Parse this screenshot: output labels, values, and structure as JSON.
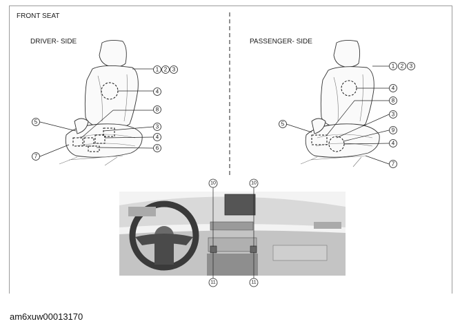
{
  "title": "FRONT SEAT",
  "driver_side": "DRIVER- SIDE",
  "passenger_side": "PASSENGER- SIDE",
  "callouts": {
    "driver": [
      {
        "text": "1"
      },
      {
        "text": "2"
      },
      {
        "text": "3"
      },
      {
        "text": "4"
      },
      {
        "text": "5"
      },
      {
        "text": "8"
      },
      {
        "text": "3"
      },
      {
        "text": "4"
      },
      {
        "text": "7"
      },
      {
        "text": "6"
      }
    ],
    "passenger": [
      {
        "text": "1"
      },
      {
        "text": "2"
      },
      {
        "text": "3"
      },
      {
        "text": "4"
      },
      {
        "text": "8"
      },
      {
        "text": "5"
      },
      {
        "text": "3"
      },
      {
        "text": "9"
      },
      {
        "text": "4"
      },
      {
        "text": "7"
      }
    ],
    "dashboard": [
      {
        "text": "10"
      },
      {
        "text": "10"
      },
      {
        "text": "11"
      },
      {
        "text": "11"
      }
    ]
  },
  "caption": "am6xuw00013170"
}
